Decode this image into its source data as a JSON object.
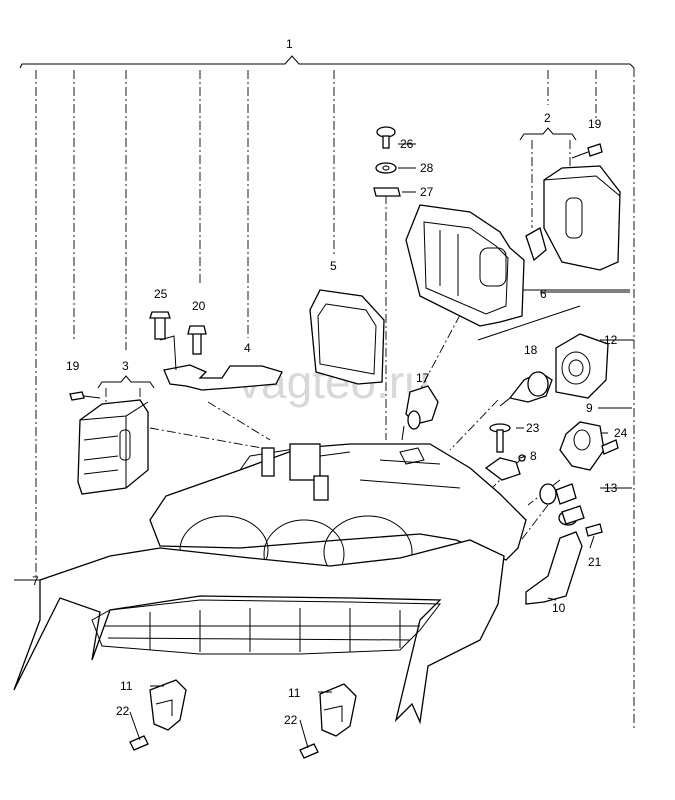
{
  "watermark": "vagteo.ru",
  "callouts": [
    "1",
    "2",
    "3",
    "4",
    "5",
    "6",
    "7",
    "8",
    "9",
    "10",
    "11",
    "11",
    "12",
    "13",
    "17",
    "18",
    "19",
    "19",
    "20",
    "21",
    "22",
    "22",
    "23",
    "24",
    "25",
    "26",
    "27",
    "28"
  ]
}
